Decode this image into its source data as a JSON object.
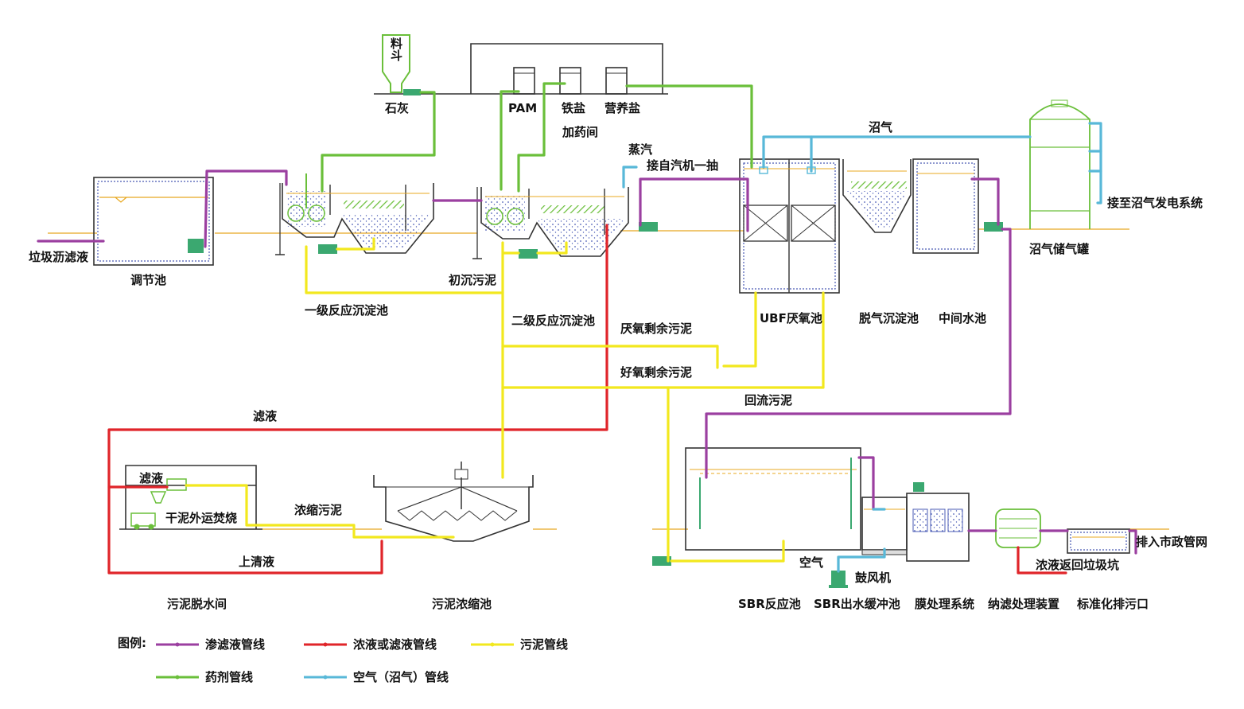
{
  "colors": {
    "leachate": "#9b3fa0",
    "concentrate": "#e0252a",
    "sludge": "#f2e81e",
    "chemical": "#6abf3a",
    "air": "#58b8d8",
    "water": "#e8a820",
    "pump": "#3ba870"
  },
  "labels": {
    "hopper": "料斗",
    "lime": "石灰",
    "pam": "PAM",
    "iron_salt": "铁盐",
    "nutrient_salt": "营养盐",
    "dosing_room": "加药间",
    "steam": "蒸汽",
    "from_steam_turbine": "接自汽机一抽",
    "biogas": "沼气",
    "to_biogas_generator": "接至沼气发电系统",
    "biogas_storage": "沼气储气罐",
    "landfill_leachate": "垃圾沥滤液",
    "regulating_tank": "调节池",
    "primary_reaction_tank": "一级反应沉淀池",
    "primary_sludge": "初沉污泥",
    "secondary_reaction_tank": "二级反应沉淀池",
    "anaerobic_excess_sludge": "厌氧剩余污泥",
    "aerobic_excess_sludge": "好氧剩余污泥",
    "ubf_tank": "UBF厌氧池",
    "degas_sedimentation": "脱气沉淀池",
    "intermediate_tank": "中间水池",
    "return_sludge": "回流污泥",
    "filtrate_1": "滤液",
    "filtrate_2": "滤液",
    "dry_sludge_incineration": "干泥外运焚烧",
    "thickened_sludge": "浓缩污泥",
    "supernatant": "上清液",
    "dewatering_room": "污泥脱水间",
    "thickening_tank": "污泥浓缩池",
    "air": "空气",
    "blower": "鼓风机",
    "sbr_tank": "SBR反应池",
    "sbr_buffer": "SBR出水缓冲池",
    "membrane_system": "膜处理系统",
    "nanofiltration": "纳滤处理装置",
    "standard_outlet": "标准化排污口",
    "to_municipal": "排入市政管网",
    "concentrate_return": "浓液返回垃圾坑"
  },
  "legend": {
    "title": "图例:",
    "items": [
      {
        "label": "渗滤液管线",
        "color": "#9b3fa0"
      },
      {
        "label": "浓液或滤液管线",
        "color": "#e0252a"
      },
      {
        "label": "污泥管线",
        "color": "#f2e81e"
      },
      {
        "label": "药剂管线",
        "color": "#6abf3a"
      },
      {
        "label": "空气（沼气）管线",
        "color": "#58b8d8"
      }
    ]
  }
}
